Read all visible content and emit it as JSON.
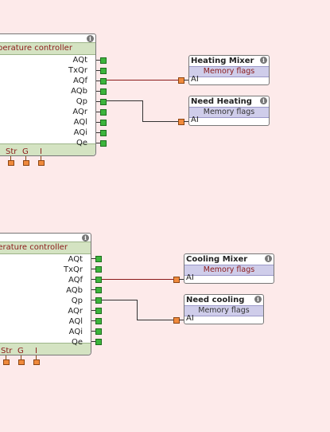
{
  "blocks": [
    {
      "title": "perature controller",
      "outputs": [
        "AQt",
        "TxQr",
        "AQf",
        "AQb",
        "Qp",
        "AQr",
        "AQl",
        "AQi",
        "Qe"
      ],
      "inputs": [
        "Str",
        "G",
        "I"
      ]
    },
    {
      "title": "perature controller",
      "outputs": [
        "AQt",
        "TxQr",
        "AQf",
        "AQb",
        "Qp",
        "AQr",
        "AQl",
        "AQi",
        "Qe"
      ],
      "inputs": [
        "Str",
        "G",
        "I"
      ]
    }
  ],
  "flags": [
    {
      "name": "Heating Mixer",
      "type": "Memory flags",
      "input": "AI",
      "type_color": "#8b1a1a"
    },
    {
      "name": "Need Heating",
      "type": "Memory flags",
      "input": "AI",
      "type_color": "#333333"
    },
    {
      "name": "Cooling Mixer",
      "type": "Memory flags",
      "input": "AI",
      "type_color": "#8b1a1a"
    },
    {
      "name": "Need cooling",
      "type": "Memory flags",
      "input": "AI",
      "type_color": "#333333"
    }
  ],
  "info_glyph": "i",
  "colors": {
    "background": "#fdeaea",
    "output_port": "#3cb43c",
    "input_pin": "#f08a3c",
    "title_band": "#d4e3c2",
    "flag_band": "#cfcdea"
  }
}
